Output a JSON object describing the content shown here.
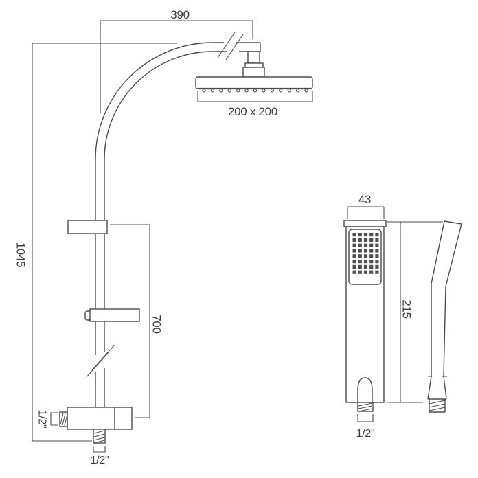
{
  "colors": {
    "bg": "#ffffff",
    "line": "#4b4b4b",
    "text": "#3d3d3d"
  },
  "main_view": {
    "dims": {
      "arm_reach": "390",
      "head_size": "200 x 200",
      "overall_height": "1045",
      "rail_length": "700",
      "side_inlet": "1/2\"",
      "bottom_outlet": "1/2\""
    }
  },
  "handset_view": {
    "dims": {
      "width": "43",
      "length": "215",
      "inlet": "1/2\""
    }
  }
}
